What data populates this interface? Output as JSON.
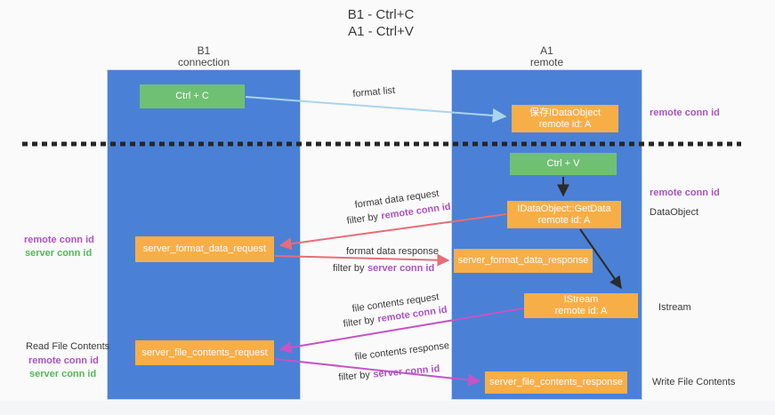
{
  "title": {
    "line1": "B1 - Ctrl+C",
    "line2": "A1 - Ctrl+V"
  },
  "lanes": {
    "left": {
      "name": "B1",
      "role": "connection"
    },
    "right": {
      "name": "A1",
      "role": "remote"
    }
  },
  "boxes": {
    "ctrl_c": {
      "label": "Ctrl + C"
    },
    "ctrl_v": {
      "label": "Ctrl + V"
    },
    "save_dataobject": {
      "line1": "保存IDataObject",
      "line2": "remote id: A"
    },
    "getdata": {
      "line1": "IDataObject::GetData",
      "line2": "remote id: A"
    },
    "istream": {
      "line1": "IStream",
      "line2": "remote id: A"
    },
    "format_request": {
      "label": "server_format_data_request"
    },
    "format_response": {
      "label": "server_format_data_response"
    },
    "file_request": {
      "label": "server_file_contents_request"
    },
    "file_response": {
      "label": "server_file_contents_response"
    }
  },
  "side_labels": {
    "remote_conn_top": "remote conn id",
    "remote_conn_mid": "remote conn id",
    "dataobject": "DataObject",
    "istream": "Istream",
    "write_file_contents": "Write File Contents",
    "read_file_contents": "Read File Contents",
    "left_remote_conn_1": "remote conn id",
    "left_server_conn_1": "server conn id",
    "left_remote_conn_2": "remote conn id",
    "left_server_conn_2": "server conn id"
  },
  "arrow_labels": {
    "format_list": "format list",
    "format_data_request": "format data request",
    "format_data_request_filter_prefix": "filter by",
    "format_data_request_filter_key": "remote conn id",
    "format_data_response": "format data response",
    "format_data_response_filter_prefix": "filter by",
    "format_data_response_filter_key": "server conn id",
    "file_contents_request": "file contents request",
    "file_contents_request_filter_prefix": "filter by",
    "file_contents_request_filter_key": "remote conn id",
    "file_contents_response": "file contents response",
    "file_contents_response_filter_prefix": "filter by",
    "file_contents_response_filter_key": "server conn id"
  },
  "colors": {
    "lane_blue": "#4a81d6",
    "box_orange": "#f8ae47",
    "box_green": "#70c073",
    "label_purple": "#ac53c6",
    "label_green": "#54b758",
    "arrow_light_blue": "#a9d4ef",
    "arrow_salmon": "#e56e78",
    "arrow_magenta": "#c654c6",
    "arrow_black": "#2b2b2b",
    "background": "#fafafa"
  }
}
